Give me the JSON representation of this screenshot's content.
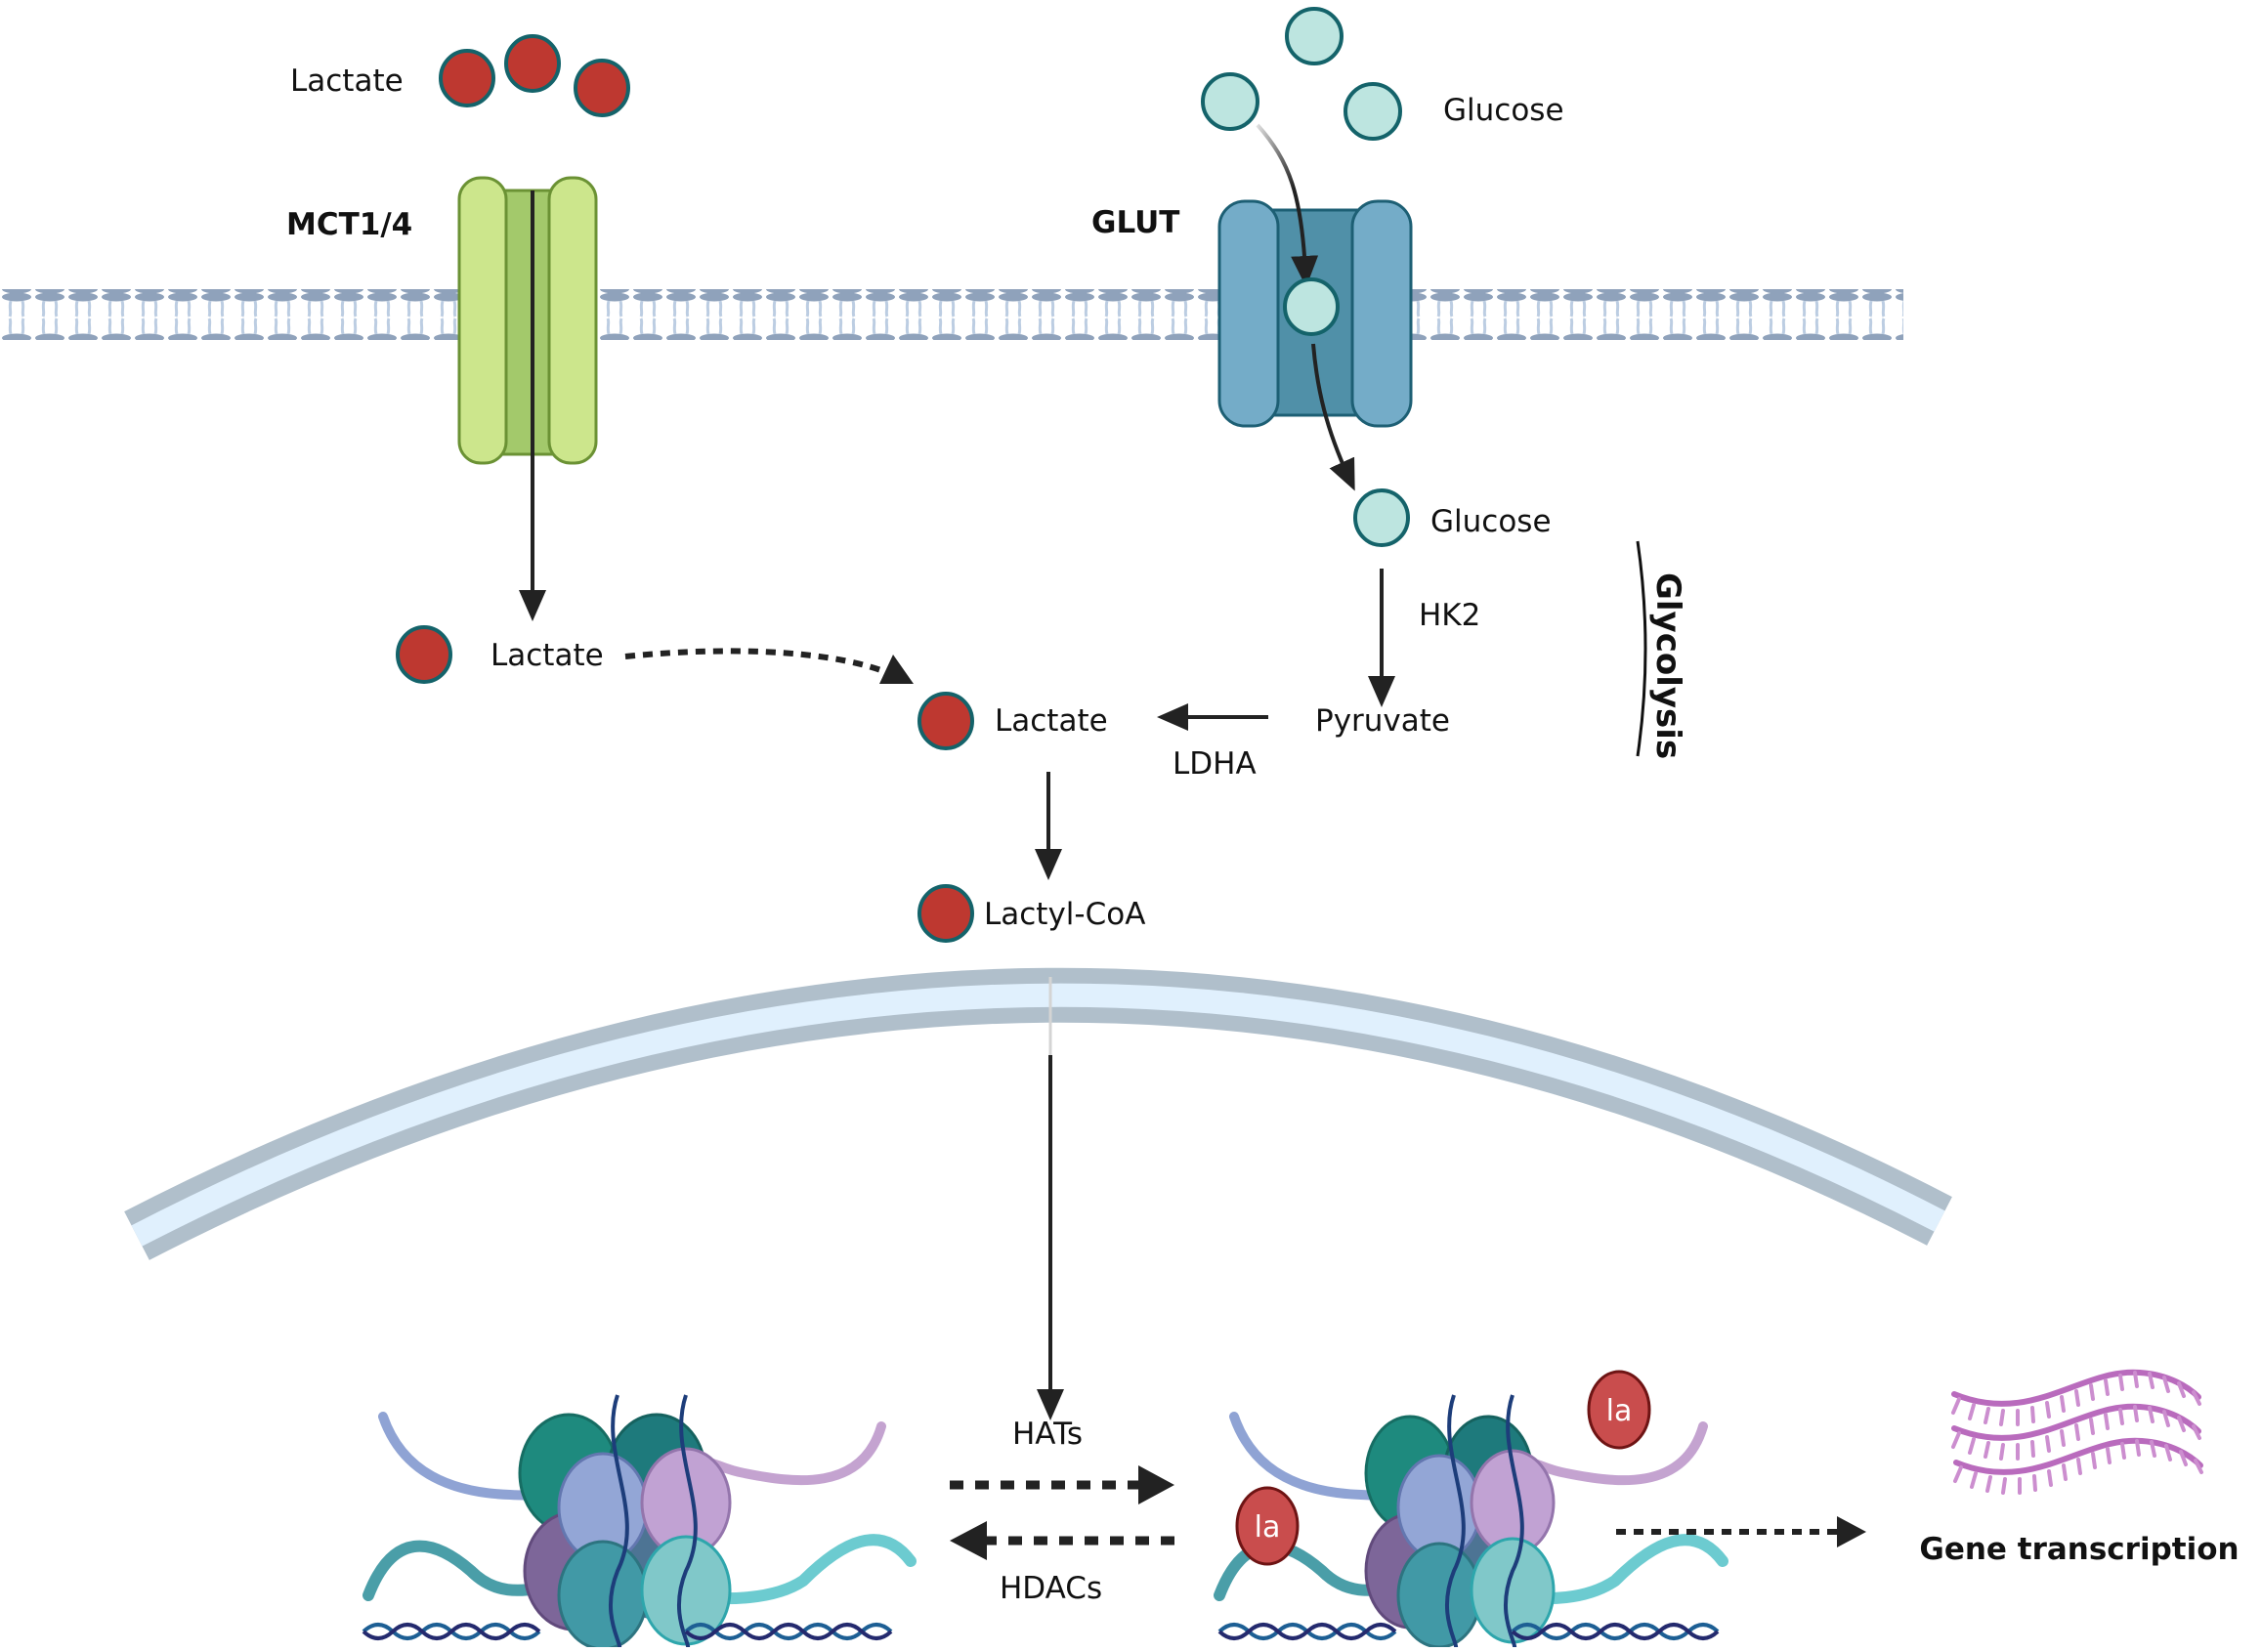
{
  "diagram": {
    "extracellular": {
      "lactate_label": "Lactate",
      "glucose_label": "Glucose",
      "lactate_molecule_count": 3,
      "glucose_molecule_count": 3
    },
    "transporters": {
      "mct": "MCT1/4",
      "glut": "GLUT"
    },
    "cytoplasm": {
      "imported_lactate": "Lactate",
      "glucose": "Glucose",
      "hk2": "HK2",
      "pyruvate": "Pyruvate",
      "ldha": "LDHA",
      "lactate": "Lactate",
      "lactyl_coa": "Lactyl-CoA",
      "pathway": "Glycolysis"
    },
    "nucleus": {
      "hats": "HATs",
      "hdacs": "HDACs",
      "la_mark_1": "la",
      "la_mark_2": "la",
      "outcome": "Gene transcription"
    },
    "colors": {
      "lactate": "#be3830",
      "glucose": "#bde5e0",
      "molecule_outline": "#14636a",
      "mct_protein": "#cce68c",
      "glut_protein": "#74acc8",
      "membrane_head": "#8fa2bb",
      "membrane_tail": "#bccde2",
      "nuclear_envelope": "#b0bfcb",
      "nuclear_lumen": "#e0f0fd",
      "lactyl_mark": "#c94d4d",
      "rna": "#b96bbd"
    }
  }
}
